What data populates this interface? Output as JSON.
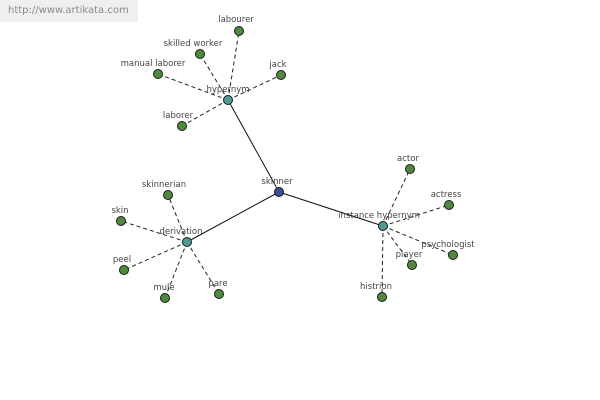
{
  "banner": {
    "url": "http://www.artikata.com"
  },
  "colors": {
    "center": "#3f4a9a",
    "relation": "#4f9a96",
    "leaf": "#4e8a3c"
  },
  "graph": {
    "center": {
      "id": "skinner",
      "label": "skinner"
    },
    "relations": [
      {
        "id": "hypernym",
        "label": "hypernym",
        "leaves": [
          "labourer",
          "skilled worker",
          "manual laborer",
          "jack",
          "laborer"
        ]
      },
      {
        "id": "derivation",
        "label": "derivation",
        "leaves": [
          "skinnerian",
          "skin",
          "peel",
          "mule",
          "pare"
        ]
      },
      {
        "id": "instance-hypernym",
        "label": "instance hypernym",
        "leaves": [
          "actor",
          "actress",
          "psychologist",
          "player",
          "histrion"
        ]
      }
    ]
  }
}
